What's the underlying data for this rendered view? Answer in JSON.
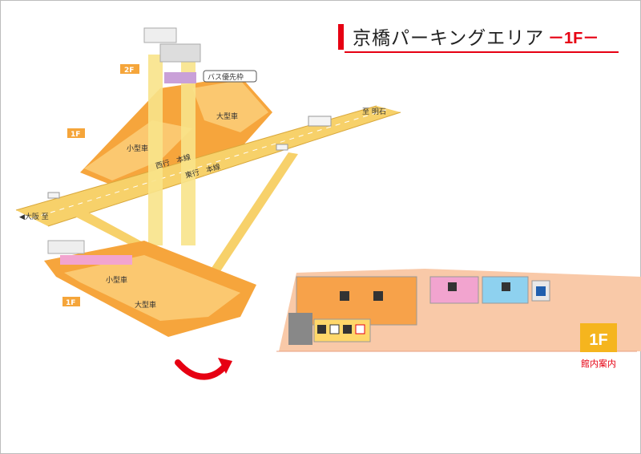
{
  "title": {
    "text": "京橋パーキングエリア",
    "floor": "－1F－"
  },
  "map_labels": {
    "to_akashi": "至 明石",
    "to_osaka": "◀大阪 至",
    "westbound": "西行　本線",
    "eastbound": "東行　本線",
    "large_vehicle_upper": "大型車",
    "small_vehicle_upper": "小型車",
    "small_vehicle_lower": "小型車",
    "large_vehicle_lower": "大型車",
    "bus_priority": "バス優先枠",
    "floor_2f": "2F",
    "floor_1f_tag": "1F",
    "floor_b1f": "1F"
  },
  "floor_guide": {
    "floor": "1F",
    "caption": "館内案内"
  },
  "colors": {
    "accent_red": "#e60012",
    "road_yellow": "#f7d16a",
    "deck_orange": "#f5a53a",
    "deck_light": "#fbc870",
    "shop_orange": "#f7a24a",
    "restroom_pink": "#f2a4cf",
    "restroom_blue": "#8ed1ef",
    "floor_badge": "#f5b51e"
  },
  "icons": [
    "info-icon",
    "restaurant-icon",
    "shop-icon",
    "female-restroom-icon",
    "male-restroom-icon",
    "accessible-restroom-icon",
    "vending-icon",
    "aed-icon",
    "telephone-icon",
    "curved-arrow-icon"
  ]
}
